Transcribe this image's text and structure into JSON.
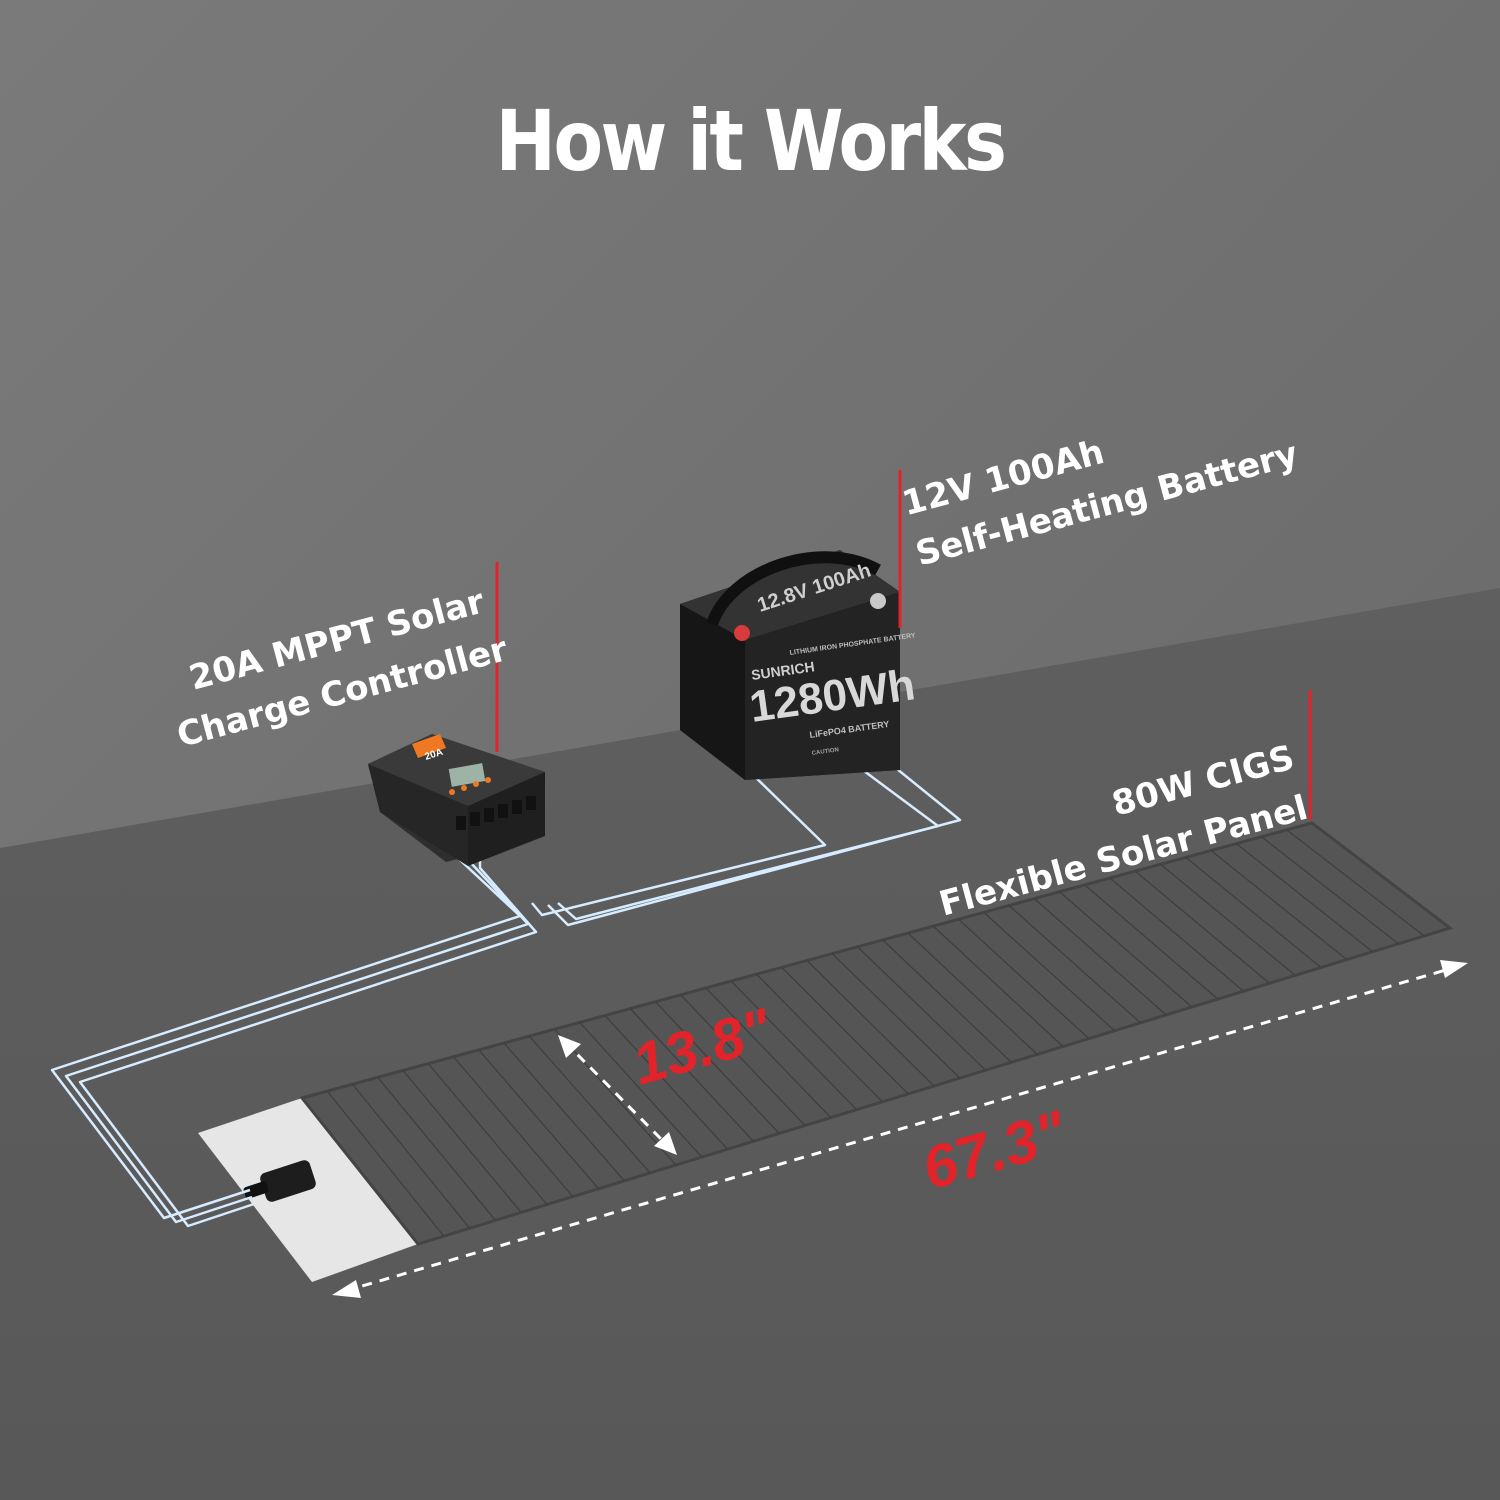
{
  "title": "How it Works",
  "callouts": {
    "controller": {
      "line1": "20A MPPT Solar",
      "line2": "Charge Controller"
    },
    "battery": {
      "line1": "12V 100Ah",
      "line2": "Self-Heating Battery"
    },
    "panel": {
      "line1": "80W CIGS",
      "line2": "Flexible Solar Panel"
    }
  },
  "dimensions": {
    "width_label": "13.8\"",
    "length_label": "67.3\""
  },
  "controller": {
    "rating": "20A",
    "subtitle": "MPPT Solar Charge Controller"
  },
  "battery": {
    "brand": "SUNRICH",
    "type_label": "LITHIUM IRON PHOSPHATE BATTERY",
    "capacity": "1280Wh",
    "chemistry": "LiFePO4 BATTERY",
    "top_label": "12.8V 100Ah",
    "caution": "CAUTION"
  },
  "colors": {
    "background_wall": "#6b6b6b",
    "floor": "#5e5e5e",
    "accent_red": "#e3232a",
    "wire_blue": "#d7ecff",
    "panel_cells": "#555555",
    "panel_tab": "#e6e6e6",
    "text_white": "#ffffff"
  }
}
